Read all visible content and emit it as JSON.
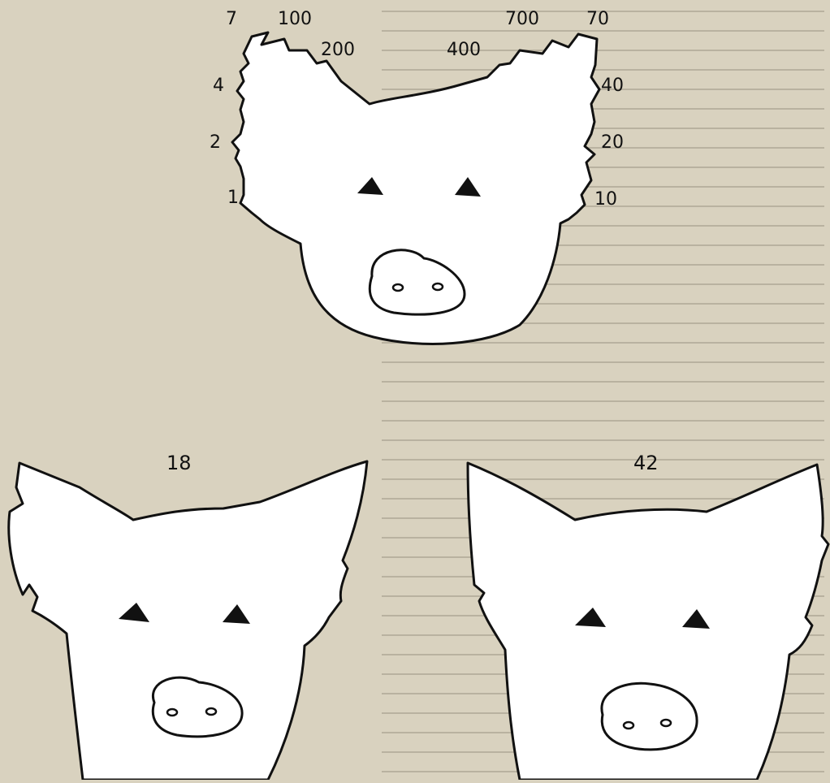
{
  "top_pig": {
    "left_labels": [
      "7",
      "100",
      "200",
      "4",
      "2",
      "1"
    ],
    "right_labels": [
      "700",
      "70",
      "400",
      "40",
      "20",
      "10"
    ]
  },
  "bottom_left_pig": {
    "label": "18"
  },
  "bottom_right_pig": {
    "label": "42"
  },
  "colors": {
    "paper": "#d9d2bf",
    "ink": "#111111",
    "face": "#ffffff"
  }
}
